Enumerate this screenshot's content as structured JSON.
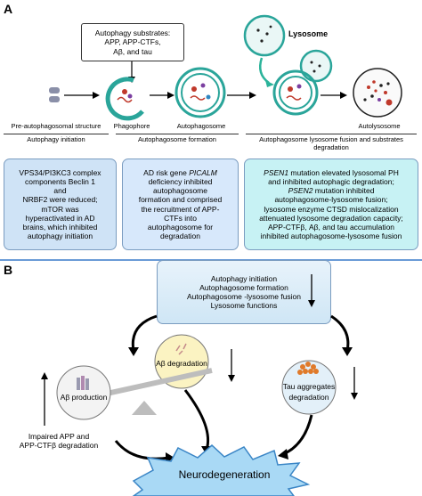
{
  "panel_a": {
    "letter": "A",
    "substrates_box": [
      "Autophagy substrates:",
      "APP, APP-CTFs,",
      "Aβ, and tau"
    ],
    "lysosome_label": "Lysosome",
    "stages": [
      "Pre-autophagosomal structure",
      "Phagophore",
      "Autophagosome",
      "Autolysosome"
    ],
    "processes": [
      "Autophagy initiation",
      "Autophagosome formation",
      "Autophagosome lysosome fusion and substrates degradation"
    ],
    "box1": [
      "VPS34/PI3KC3 complex",
      "components Beclin 1",
      "and",
      "NRBF2 were reduced;",
      "mTOR was",
      "hyperactivated in AD",
      "brains, which inhibited",
      "autophagy initiation"
    ],
    "box2": [
      "AD risk gene PICALM",
      "deficiency inhibited",
      "autophagosome",
      "formation and comprised",
      "the recruitment of APP-",
      "CTFs into",
      "autophagosome for",
      "degradation"
    ],
    "box3": [
      "PSEN1 mutation elevated lysosomal PH",
      "and inhibited autophagic degradation;",
      "PSEN2 mutation inhibited",
      "autophagosome-lysosome fusion;",
      "lysosome enzyme CTSD mislocalization",
      "attenuated lysosome degradation capacity;",
      "APP-CTFβ, Aβ, and tau accumulation",
      "inhibited autophagosome-lysosome fusion"
    ],
    "gene_italic": "PICALM"
  },
  "panel_b": {
    "letter": "B",
    "top_box": [
      "Autophagy initiation",
      "Autophagosome formation",
      "Autophagosome -lysosome fusion",
      "Lysosome functions"
    ],
    "abeta_degradation": "Aβ degradation",
    "abeta_production": "Aβ production",
    "tau_aggregates": [
      "Tau aggregates",
      "degradation"
    ],
    "impaired": [
      "Impaired APP and",
      "APP-CTFβ degradation"
    ],
    "outcome": "Neurodegeneration"
  },
  "colors": {
    "box1": "#cfe3f6",
    "box2": "#d7e8fb",
    "box3": "#c7f2f4",
    "divider": "#6a9bd6",
    "burst": "#a9d9f5",
    "teal_arrow": "#2bb39a",
    "vesicle": "#b8e4e0",
    "abeta_circle": "#fbf3c2"
  }
}
